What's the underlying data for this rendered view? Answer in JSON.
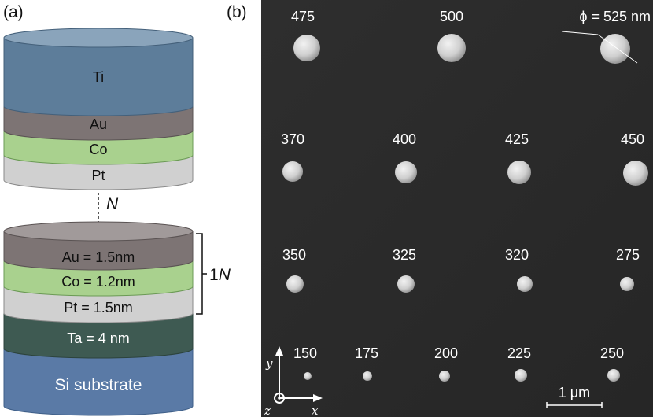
{
  "panels": {
    "a": "(a)",
    "b": "(b)"
  },
  "stack_top": {
    "ti": "Ti",
    "au": "Au",
    "co": "Co",
    "pt": "Pt"
  },
  "repeat_symbol": "N",
  "stack_bottom": {
    "au": "Au = 1.5nm",
    "co": "Co = 1.2nm",
    "pt": "Pt = 1.5nm",
    "ta": "Ta = 4 nm",
    "substrate": "Si substrate"
  },
  "repeat_unit": {
    "prefix": "1",
    "symbol": "N"
  },
  "sem": {
    "diameter_label": "ϕ = 525 nm",
    "rows": [
      [
        "475",
        "500"
      ],
      [
        "370",
        "400",
        "425",
        "450"
      ],
      [
        "350",
        "325",
        "320",
        "275"
      ],
      [
        "150",
        "175",
        "200",
        "225",
        "250"
      ]
    ],
    "scale_bar": "1 μm",
    "axes": {
      "x": "x",
      "y": "y",
      "z": "z"
    }
  },
  "colors": {
    "ti": "#5d7d9a",
    "au": "#7d7474",
    "co": "#a9d18e",
    "pt": "#d0d0d0",
    "ta": "#3e5a52",
    "si": "#5a7aa6",
    "sem_bg": "#2b2b2b",
    "dot": "#d2d2d2"
  }
}
